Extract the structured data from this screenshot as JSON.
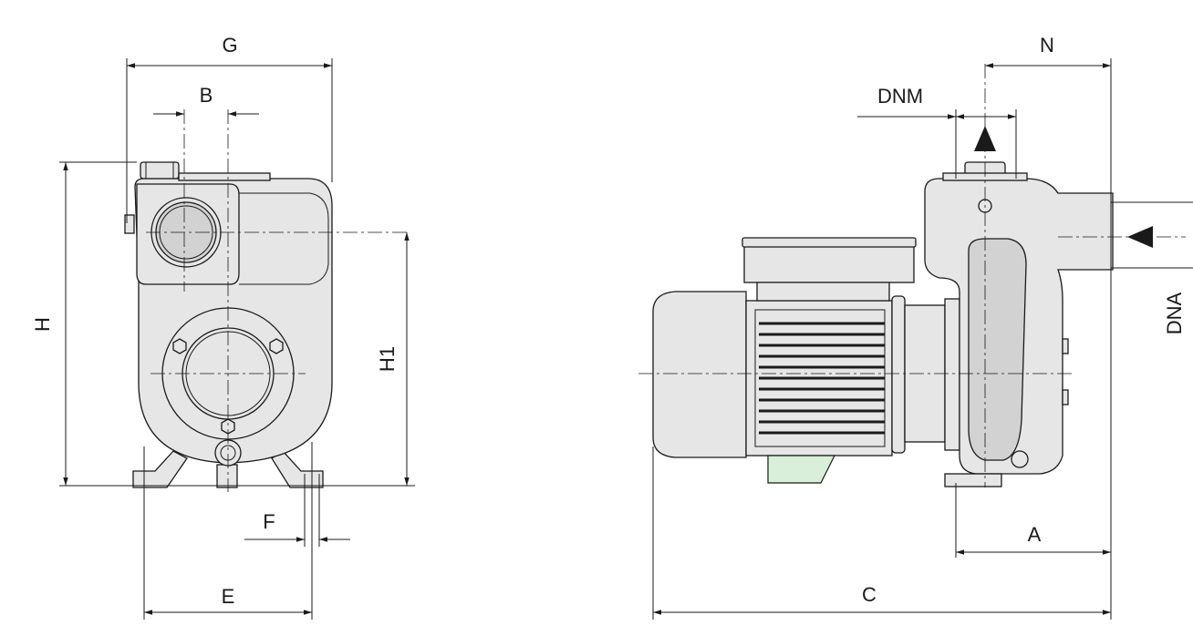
{
  "dimension_labels": {
    "G": "G",
    "B": "B",
    "H": "H",
    "H1": "H1",
    "F": "F",
    "E": "E",
    "N": "N",
    "DNM": "DNM",
    "DNA": "DNA",
    "A": "A",
    "C": "C"
  },
  "colors": {
    "line": "#1a1a1a",
    "body_fill": "#e6e6e6",
    "accent_green": "#d9efd9"
  },
  "views": [
    "front-view",
    "side-view"
  ]
}
